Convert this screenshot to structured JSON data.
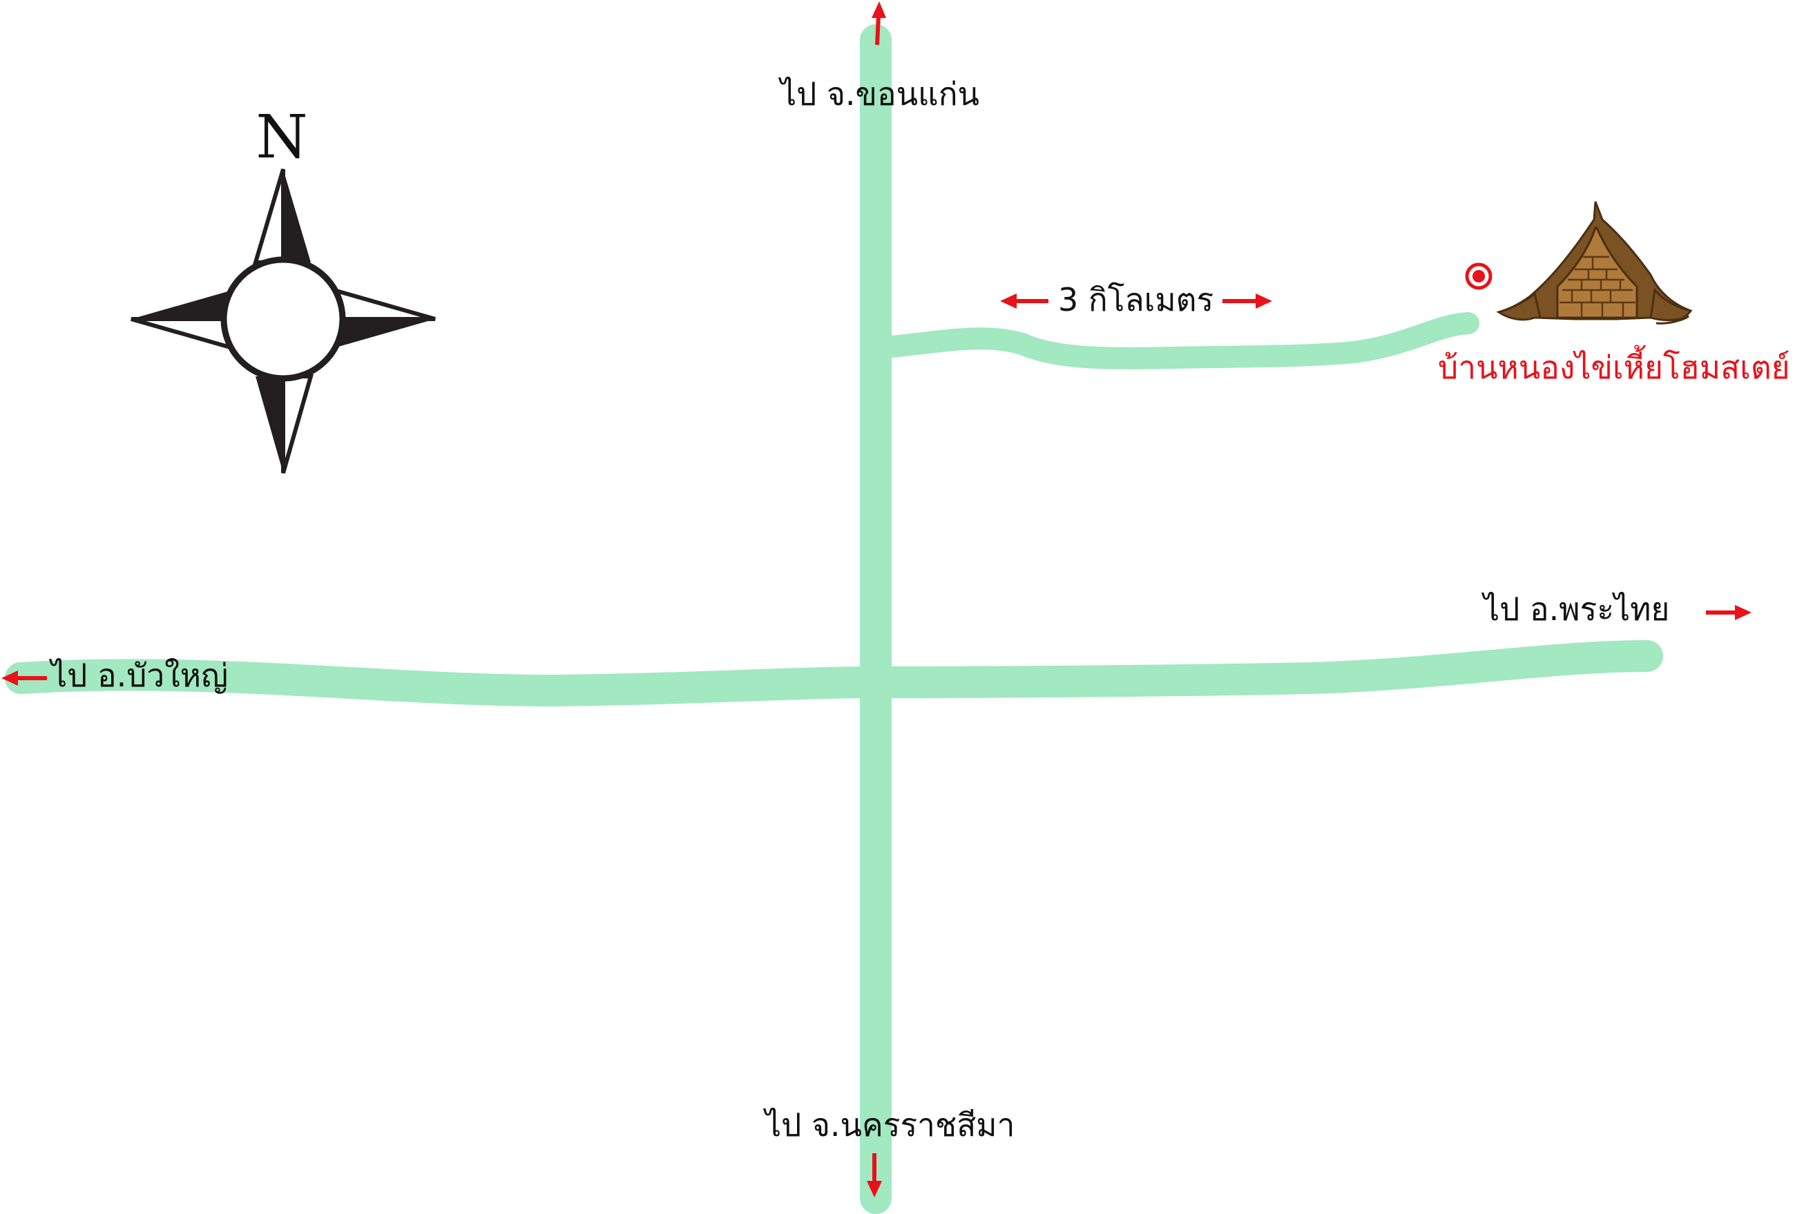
{
  "map": {
    "road_color": "#a2e8c1",
    "arrow_color": "#e8121a",
    "compass": {
      "north_label": "N"
    },
    "labels": {
      "north_destination": "ไป จ.ขอนแก่น",
      "south_destination": "ไป จ.นครราชสีมา",
      "west_destination": "ไป อ.บัวใหญ่",
      "east_destination": "ไป อ.พระไทย",
      "distance": "3 กิโลเมตร",
      "destination": "บ้านหนองไข่เหี้ยโฮมสเตย์"
    },
    "icons": {
      "compass": "compass-rose-icon",
      "destination_marker": "location-target-icon",
      "homestay": "thai-house-roof-icon"
    }
  }
}
